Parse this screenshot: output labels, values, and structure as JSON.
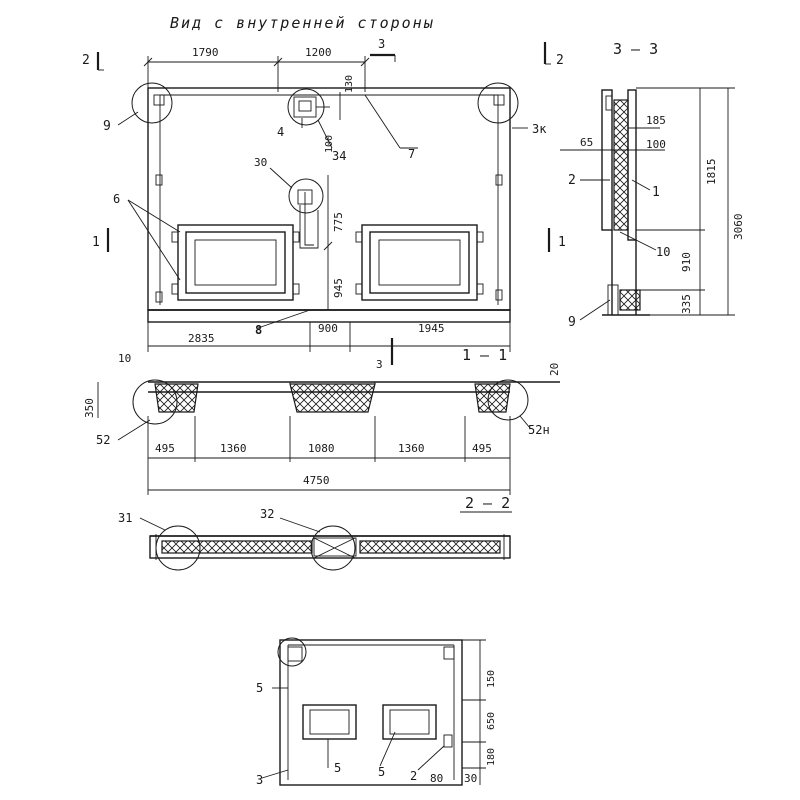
{
  "main_view": {
    "title": "Вид с внутренней стороны",
    "section_marks": [
      "2",
      "2",
      "1",
      "1",
      "3",
      "3"
    ],
    "dims_top": [
      "1790",
      "1200"
    ],
    "dims_right_small": [
      "130",
      "100"
    ],
    "dims_vertical": [
      "775",
      "945"
    ],
    "dims_bottom": [
      "2835",
      "900",
      "1945"
    ],
    "labels": [
      "9",
      "4",
      "34",
      "7",
      "30",
      "6",
      "8",
      "3к"
    ]
  },
  "section_3_3": {
    "title": "3 — 3",
    "dims": [
      "185",
      "65",
      "100",
      "1815",
      "3060",
      "910",
      "335"
    ],
    "labels": [
      "2",
      "1",
      "10",
      "9"
    ]
  },
  "section_1_1": {
    "title": "1 — 1",
    "dims_small": [
      "10",
      "20",
      "350"
    ],
    "dims_bottom": [
      "495",
      "1360",
      "1080",
      "1360",
      "495"
    ],
    "dims_total": "4750",
    "labels": [
      "52",
      "52н"
    ]
  },
  "section_2_2": {
    "title": "2 — 2",
    "labels": [
      "31",
      "32"
    ]
  },
  "small_view": {
    "dims_right": [
      "150",
      "650",
      "180",
      "30"
    ],
    "dim_bottom": "80",
    "labels": [
      "5",
      "5",
      "5",
      "3",
      "2"
    ]
  }
}
